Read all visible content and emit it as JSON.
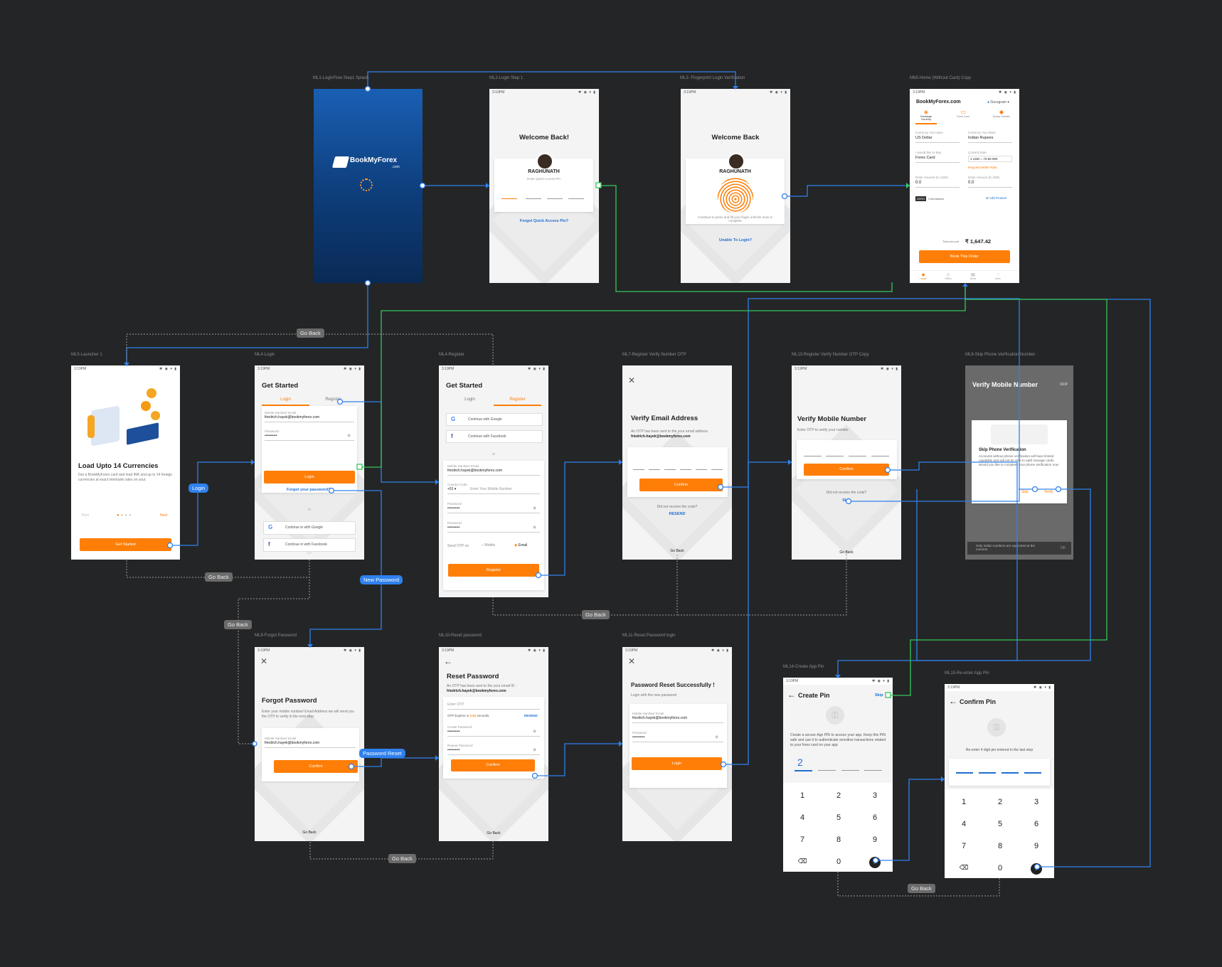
{
  "frames": {
    "ml1": "ML1-LoginFlow Step1 Splash",
    "ml2": "ML2-Login Step 1",
    "ml3": "ML3- Fingerprint Login Verification",
    "mb5": "Mb5-Home (Without Card) Copy",
    "ml5": "ML5-Launcher 1",
    "ml4login": "ML4-Login",
    "ml4reg": "ML4-Register",
    "ml7": "ML7-Register Verify Number OTP",
    "ml13": "ML13-Register Verify Number OTP Copy",
    "ml8": "ML8-Skip Phone Verification Number",
    "ml9": "ML9-Forgot Password",
    "ml10": "ML10-Reset password",
    "ml11": "ML11-Reset Password login",
    "ml14": "ML14-Create App Pin",
    "ml15": "ML15-Re-enter App Pin"
  },
  "status_time": "3:19PM",
  "splash": {
    "brand": "BookMyForex",
    "brand_sub": ".com"
  },
  "login_pin": {
    "title": "Welcome Back!",
    "name": "RAGHUNATH",
    "hint": "Enter Quick Access Pin",
    "forgot": "Forgot Quick Access Pin?"
  },
  "fingerprint": {
    "title": "Welcome Back",
    "name": "RAGHUNATH",
    "hint": "Continue to press and lift your finger until the scan is complete",
    "unable": "Unable To Login?"
  },
  "home": {
    "brand": "BookMyForex.com",
    "location": "Gurugram",
    "tabs": [
      "Exchange Currency",
      "Forex Card",
      "Money Transfer"
    ],
    "have_label": "Currency You Have",
    "have_value": "US Dollar",
    "want_label": "Currency You Want",
    "want_value": "Indian Rupees",
    "product_label": "I would like to Buy",
    "product_value": "Forex Card",
    "rate_label": "Current Rate",
    "rate_value": "1 USD = 70.69 INR",
    "request_rate": "Request Better Rate",
    "amt1_label": "Enter Amount (In USD)",
    "amt1": "0.0",
    "amt2_label": "Enter Amount (In INR)",
    "amt2": "0.0",
    "zero": "ZERO",
    "commission": "Commission",
    "add_product": "Add Product",
    "total_label": "Total Amount",
    "total": "₹ 1,647.42",
    "book": "Book This Order",
    "nav": [
      "Home",
      "Offers",
      "News",
      "More"
    ]
  },
  "launcher": {
    "title": "Load Upto 14 Currencies",
    "desc": "Get a BookMyForex card and load INR and up to 14 foreign currencies at exact interbank rates on your.",
    "prev": "Prev",
    "next": "Next",
    "cta": "Get Started"
  },
  "login": {
    "title": "Get Started",
    "tab_login": "Login",
    "tab_register": "Register",
    "email_label": "Mobile Number/ Email",
    "email": "friedrich.hayek@bookmyforex.com",
    "pass_label": "Password",
    "pass": "••••••••••",
    "btn": "Login",
    "forgot": "Forgot your password?",
    "or": "or",
    "google": "Continue in with Google",
    "facebook": "Continue in with Facebook"
  },
  "register": {
    "title": "Get Started",
    "tab_login": "Login",
    "tab_register": "Register",
    "google": "Continue with Google",
    "facebook": "Continue with Facebook",
    "or": "or",
    "email_label": "Mobile Number/ Email",
    "email": "friedrich.hayek@bookmyforex.com",
    "cc_label": "Country Code",
    "cc": "+91",
    "mobile_ph": "Enter Your Mobile Number",
    "pass_label": "Password",
    "pass": "••••••••••",
    "pass2_label": "Password",
    "pass2": "••••••••••",
    "otp_on": "Send OTP on",
    "opt_mobile": "Mobile",
    "opt_email": "Email",
    "btn": "Register"
  },
  "verify_email": {
    "title": "Verify Email Address",
    "desc": "An OTP has been sent to the your email address",
    "email": "friedrich.hayek@bookmyforex.com",
    "btn": "Confirm",
    "no_code": "Did not receive the code?",
    "resend": "RESEND",
    "back": "Go Back"
  },
  "verify_mobile": {
    "title": "Verify Mobile Number",
    "desc": "Enter OTP to verify your number",
    "btn": "Confirm",
    "no_code": "Did not receive the code?",
    "skip": "Skip",
    "back": "Go Back"
  },
  "skip_phone": {
    "title": "Verify Mobile Number",
    "skip": "SKIP",
    "dialog_title": "Skip Phone Verification",
    "dialog_text": "Accounts without phone verification will have limited capability and will not be able to add/ manage cards. Would you like to complete your phone verification now",
    "cancel": "Skip",
    "ok": "Verify",
    "toast": "Only Indian numbers are supported at the moment",
    "toast_ok": "OK"
  },
  "forgot": {
    "title": "Forgot Password",
    "desc": "Enter your mobile number/ Email Address we will send you the OTP to verify in the next step",
    "label": "Mobile Number/ Email",
    "value": "friedrich.hayek@bookmyforex.com",
    "btn": "Confirm",
    "back": "Go Back"
  },
  "reset": {
    "title": "Reset Password",
    "desc": "An OTP has been sent to the your email ID :",
    "email": "friedrich.hayek@bookmyforex.com",
    "otp_ph": "Enter OTP",
    "expires": "OTP Expires in",
    "timer": "1:51",
    "seconds": "seconds",
    "resend": "RESEND",
    "p1_label": "Create Password",
    "p1": "••••••••••",
    "p2_label": "Repeat Password",
    "p2": "••••••••••",
    "btn": "Confirm",
    "back": "Go Back"
  },
  "reset_done": {
    "title": "Password Reset Successfully !",
    "desc": "Login with the new password",
    "label": "Mobile Number/ Email",
    "value": "friedrich.hayek@bookmyforex.com",
    "pass_label": "Password",
    "pass": "••••••••••",
    "btn": "Login"
  },
  "create_pin": {
    "title": "Create Pin",
    "skip": "Skip",
    "desc": "Create a secure App PIN to access your app. Keep this PIN safe and use it to authenticate sensitive transactions related to your forex card on your app",
    "digit": "2",
    "keys": [
      "1",
      "2",
      "3",
      "4",
      "5",
      "6",
      "7",
      "8",
      "9",
      "⌫",
      "0",
      "›"
    ]
  },
  "confirm_pin": {
    "title": "Confirm Pin",
    "desc": "Re-enter 4 digit pin entered in the last step",
    "keys": [
      "1",
      "2",
      "3",
      "4",
      "5",
      "6",
      "7",
      "8",
      "9",
      "⌫",
      "0",
      "›"
    ]
  },
  "badges": {
    "go_back": "Go Back",
    "login": "Login",
    "new_password": "New Password",
    "password_reset": "Password Reset"
  },
  "colors": {
    "canvas": "#242526",
    "accent": "#ff7e07",
    "flow_blue": "#2f80ed",
    "flow_green": "#34c759",
    "splash_top": "#1a5fb4",
    "splash_bottom": "#0a2a55"
  }
}
